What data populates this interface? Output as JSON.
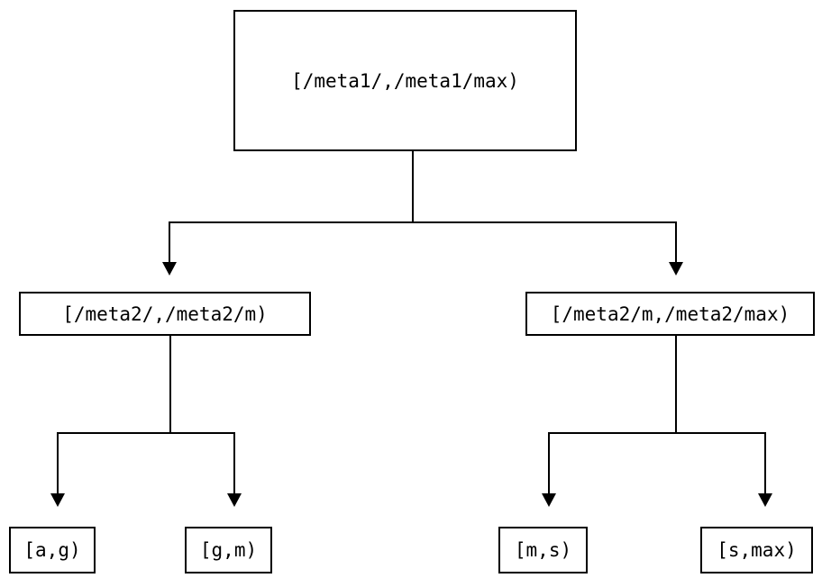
{
  "diagram": {
    "type": "binary-interval-tree",
    "background_color": "#ffffff",
    "line_color": "#000000",
    "text_color": "#000000",
    "nodes": {
      "root": {
        "label": "[/meta1/,/meta1/max)"
      },
      "mid_left": {
        "label": "[/meta2/,/meta2/m)"
      },
      "mid_right": {
        "label": "[/meta2/m,/meta2/max)"
      },
      "leaf_1": {
        "label": "[a,g)"
      },
      "leaf_2": {
        "label": "[g,m)"
      },
      "leaf_3": {
        "label": "[m,s)"
      },
      "leaf_4": {
        "label": "[s,max)"
      }
    }
  }
}
